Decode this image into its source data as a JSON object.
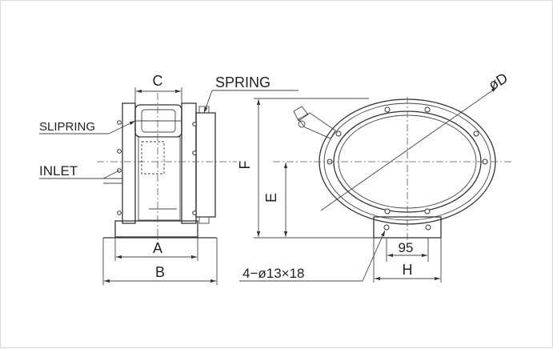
{
  "labels": {
    "c": "C",
    "spring": "SPRING",
    "slipring": "SLIPRING",
    "inlet": "INLET",
    "a": "A",
    "b": "B",
    "f": "F",
    "e": "E",
    "d": "øD",
    "dim_95": "95",
    "h": "H",
    "holes": "4−ø13×18"
  }
}
